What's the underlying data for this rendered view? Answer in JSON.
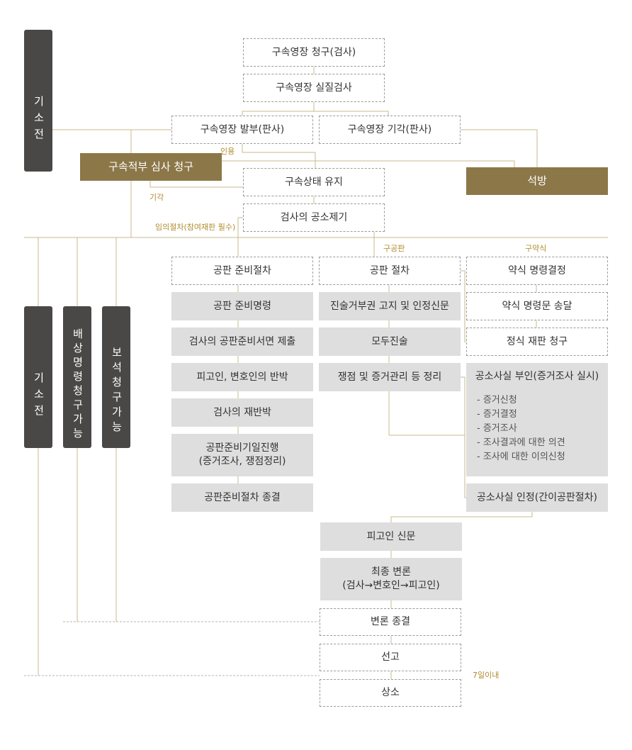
{
  "side_bars": {
    "pre_indictment_1": "기소전",
    "pre_indictment_2": "기소전",
    "compensation_order": "배상명령청구가능",
    "bail": "보석청구가능"
  },
  "pre_stage": {
    "warrant_request": "구속영장 청구(검사)",
    "warrant_review": "구속영장 실질검사",
    "warrant_issued": "구속영장 발부(판사)",
    "warrant_rejected": "구속영장 기각(판사)",
    "detention_review": "구속적부 심사 청구",
    "release": "석방",
    "detention_maintained": "구속상태 유지",
    "indictment": "검사의 공소제기"
  },
  "labels": {
    "accepted": "인용",
    "rejected": "기각",
    "optional_procedure": "임의절차(참여재판 필수)",
    "formal_trial_request": "구공판",
    "summary_request": "구약식",
    "within_7_days": "7일이내"
  },
  "prep_column": {
    "header": "공판 준비절차",
    "steps": [
      "공판 준비명령",
      "검사의 공판준비서면 제출",
      "피고인, 변호인의 반박",
      "검사의 재반박",
      "공판준비기일진행",
      "공판준비절차 종결"
    ],
    "step5_line2": "(증거조사, 쟁점정리)"
  },
  "trial_column": {
    "header": "공판 절차",
    "steps": [
      "진술거부권 고지 및 인정신문",
      "모두진술",
      "쟁점 및 증거관리 등 정리"
    ]
  },
  "summary_column": {
    "header": "약식 명령결정",
    "steps": [
      "약식 명령문 송달",
      "정식 재판 청구"
    ]
  },
  "fact_denial": {
    "title": "공소사실 부인(증거조사 실시)",
    "items": [
      "- 증거신청",
      "- 증거결정",
      "- 증거조사",
      "- 조사결과에 대한 의견",
      "- 조사에 대한 이의신청"
    ]
  },
  "fact_admission": "공소사실 인정(간이공판절차)",
  "final_stage": {
    "defendant_examination": "피고인 신문",
    "closing_argument": "최종 변론",
    "closing_argument_line2": "(검사→변호인→피고인)",
    "argument_end": "변론 종결",
    "sentence": "선고",
    "appeal": "상소"
  },
  "colors": {
    "gold": "#8c7748",
    "dark": "#4a4846",
    "grey": "#dedede",
    "line": "#c9b98d",
    "label": "#b08c2e"
  }
}
